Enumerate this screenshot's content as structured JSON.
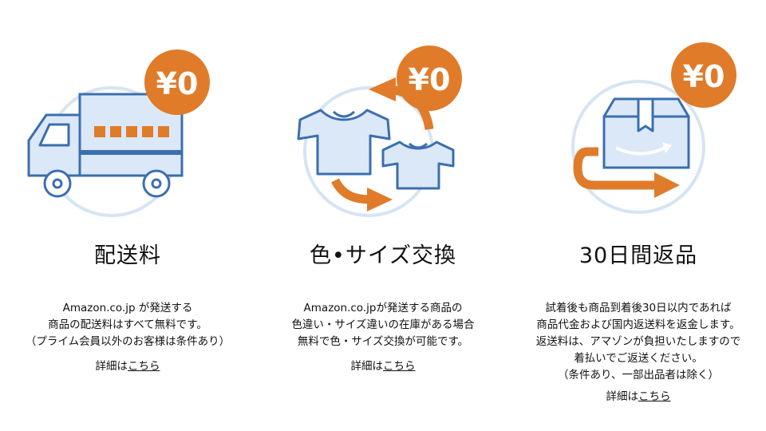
{
  "colors": {
    "accent_orange": "#e07b2a",
    "icon_blue_stroke": "#3b6fae",
    "icon_blue_fill": "#dbe8f8",
    "circle_ring": "#d6e4f3"
  },
  "features": [
    {
      "icon": "truck-icon",
      "badge": "¥0",
      "title": "配送料",
      "description": [
        "Amazon.co.jp が発送する",
        "商品の配送料はすべて無料です。",
        "（プライム会員以外のお客様は条件あり）"
      ],
      "link_prefix": "詳細は",
      "link_text": "こちら"
    },
    {
      "icon": "tshirt-exchange-icon",
      "badge": "¥0",
      "title": "色•サイズ交換",
      "description": [
        "Amazon.co.jpが発送する商品の",
        "色違い・サイズ違いの在庫がある場合",
        "無料で色・サイズ交換が可能です。"
      ],
      "link_prefix": "詳細は",
      "link_text": "こちら"
    },
    {
      "icon": "return-box-icon",
      "badge": "¥0",
      "title": "30日間返品",
      "description": [
        "試着後も商品到着後30日以内であれば",
        "商品代金および国内返送料を返金します。",
        "返送料は、アマゾンが負担いたしますので",
        "着払いでご返送ください。",
        "（条件あり、一部出品者は除く）"
      ],
      "link_prefix": "詳細は",
      "link_text": "こちら"
    }
  ]
}
